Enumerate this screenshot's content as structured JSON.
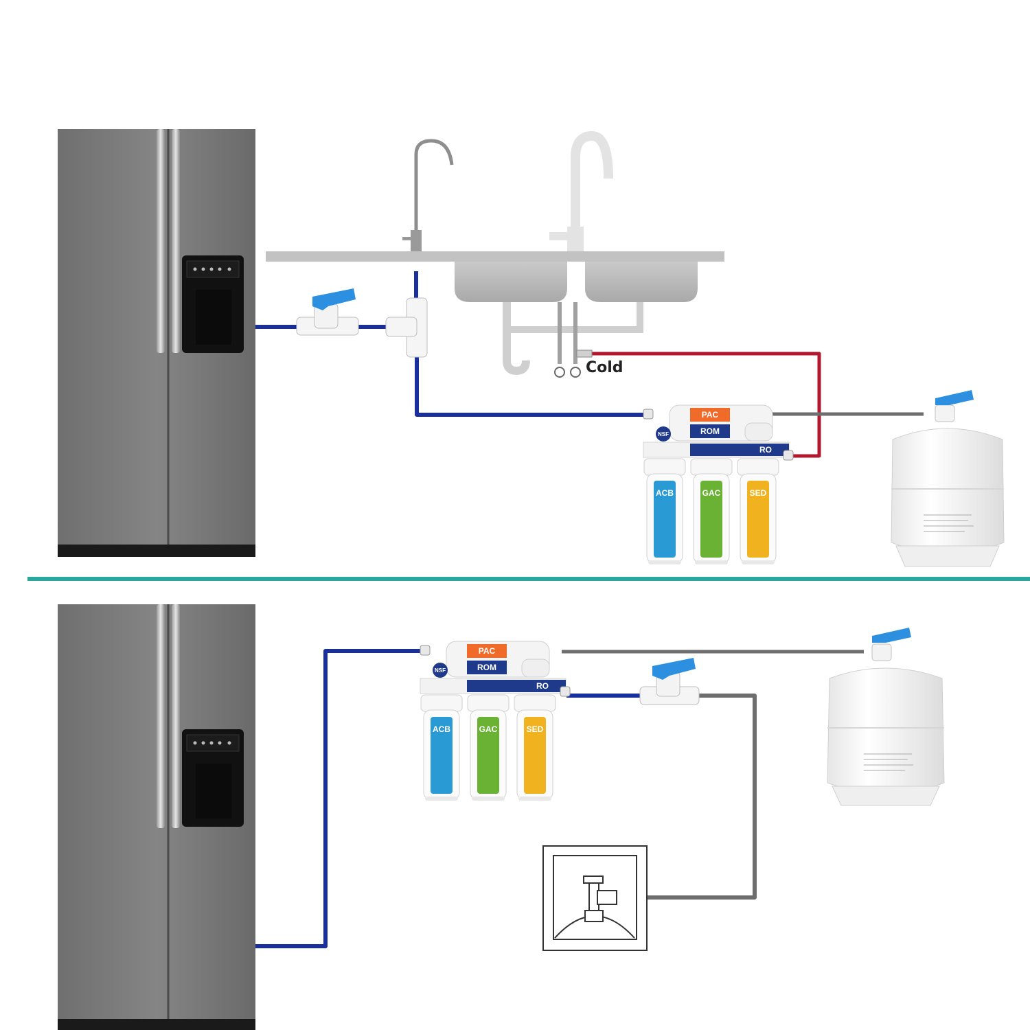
{
  "diagram": {
    "top_section": {
      "cold_label": "Cold",
      "ro_unit": {
        "top_labels": [
          "PAC",
          "ROM"
        ],
        "bar_label": "RO",
        "badge": "NSF",
        "housings": [
          "ACB",
          "GAC",
          "SED"
        ]
      }
    },
    "bottom_section": {
      "ro_unit": {
        "top_labels": [
          "PAC",
          "ROM"
        ],
        "bar_label": "RO",
        "badge": "NSF",
        "housings": [
          "ACB",
          "GAC",
          "SED"
        ]
      }
    },
    "colors": {
      "cold_line": "#b3172d",
      "filtered_line": "#1a2f9e",
      "drain_line": "#6e6e6e",
      "divider": "#2aa79b",
      "acb": "#2a9ad4",
      "gac": "#6ab233",
      "sed": "#f0b21f",
      "pac": "#f06a2a",
      "ro_bar": "#1f3a8a",
      "valve_handle": "#2d8fe0",
      "fridge": "#7a7a7a"
    }
  }
}
